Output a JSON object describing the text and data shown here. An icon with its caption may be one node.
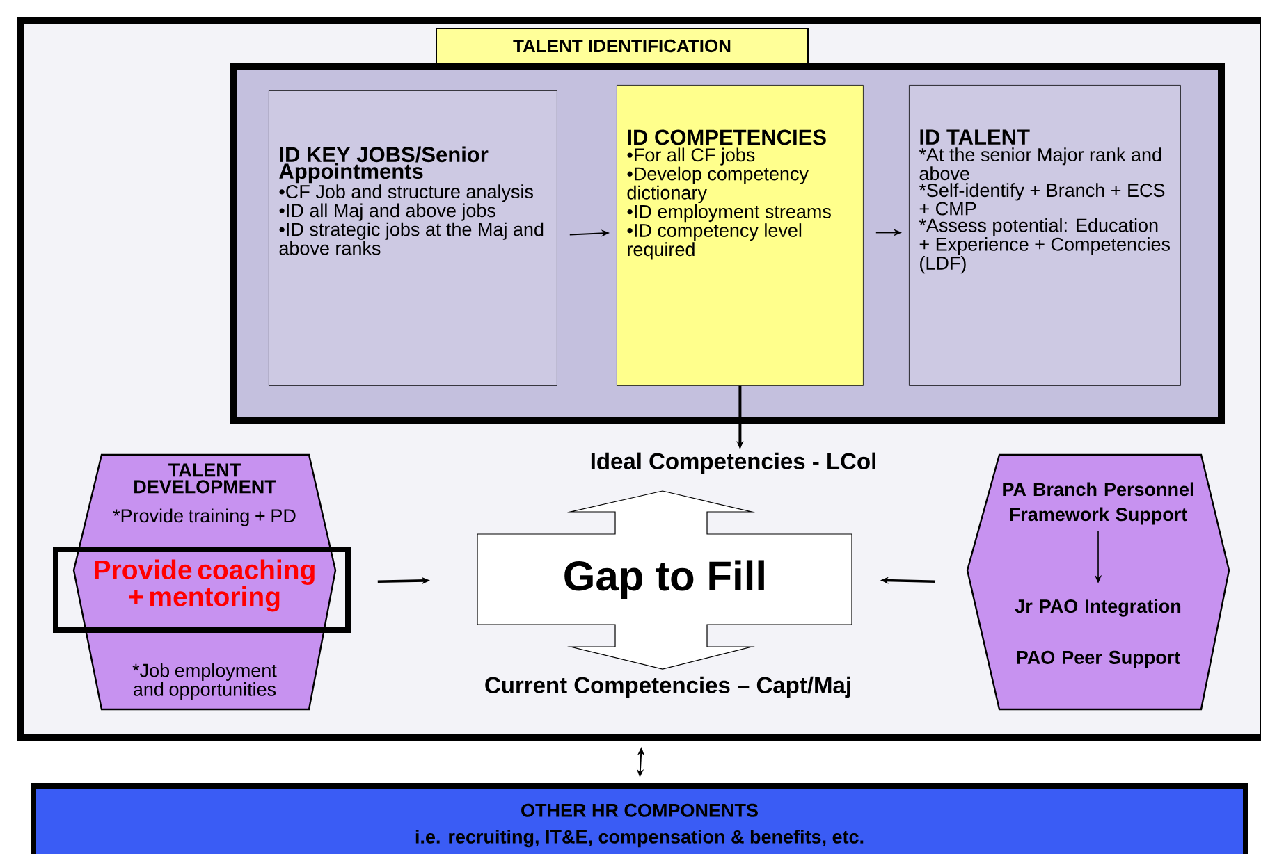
{
  "diagram": {
    "nodes": [
      {
        "text": [],
        "shape": "box"
      },
      {
        "text": [
          "TALENT IDENTIFICATION"
        ],
        "in": 0
      },
      {
        "text": [
          "ID KEY JOBS/Senior Appointments",
          "•CF Job and structure analysis",
          "•ID all Maj and above jobs",
          "•ID strategic jobs at the Maj and above ranks"
        ],
        "in": 1
      },
      {
        "text": [
          "ID COMPETENCIES",
          "•For all CF jobs",
          "•Develop competency dictionary",
          "•ID employment streams",
          "•ID competency level required"
        ],
        "in": 1
      },
      {
        "text": [
          "ID TALENT",
          "*At the senior Major rank and above",
          "*Self-identify + Branch + ECS + CMP",
          "*Assess potential: Education + Experience + Competencies (LDF)"
        ],
        "in": 1
      },
      {
        "text": [
          "Ideal Competencies - LCol"
        ],
        "in": 0
      },
      {
        "text": [
          "Gap to Fill"
        ],
        "beside": [
          "Current Competencies – Capt/Maj"
        ],
        "in": 0
      },
      {
        "text": [
          "TALENT DEVELOPMENT",
          "*Provide training + PD",
          "Provide coaching + mentoring",
          "*Job employment and opportunities"
        ],
        "in": 0
      },
      {
        "text": [],
        "shape": "hexagon",
        "in": 0
      },
      {
        "text": [
          "PA Branch Personnel Framework Support"
        ],
        "in": 8
      },
      {
        "text": [
          "Jr PAO Integration"
        ],
        "in": 8
      },
      {
        "text": [
          "PAO Peer Support"
        ],
        "in": 8
      },
      {
        "text": [
          "OTHER HR COMPONENTS",
          "i.e. recruiting, IT&E, compensation & benefits, etc."
        ]
      }
    ],
    "edges": [
      {
        "from": 2,
        "to": 3,
        "arrow": "to"
      },
      {
        "from": 3,
        "to": 4,
        "arrow": "to"
      },
      {
        "from": 3,
        "to": 5,
        "arrow": "to"
      },
      {
        "from": 7,
        "to": 6,
        "arrow": "to"
      },
      {
        "from": 8,
        "to": 6,
        "arrow": "to"
      },
      {
        "from": 9,
        "to": 10,
        "arrow": "to"
      },
      {
        "from": 0,
        "to": 12,
        "arrow": "both"
      }
    ]
  }
}
